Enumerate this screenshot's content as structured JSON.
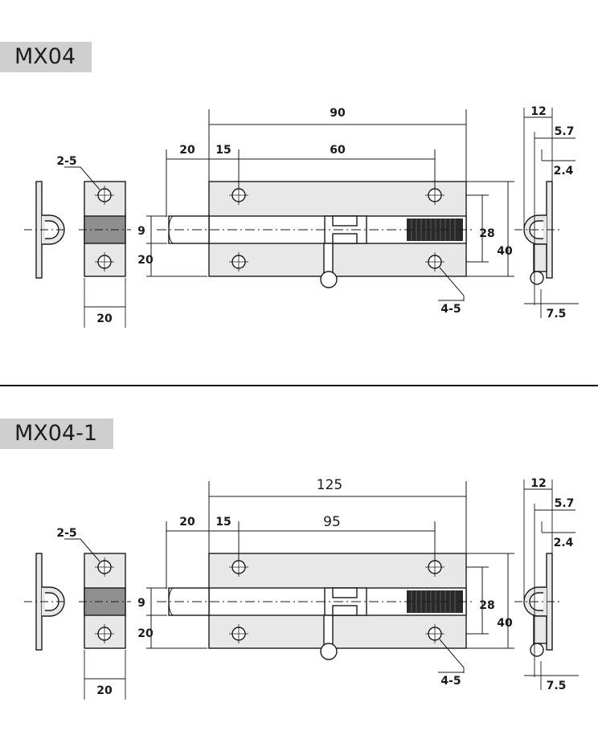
{
  "sections": [
    {
      "label": "MX04",
      "dims": {
        "overall_length": "90",
        "bolt_extension": "20",
        "hole_offset": "15",
        "hole_spacing": "60",
        "pin_diameter": "9",
        "pin_height": "20",
        "hole_pitch": "28",
        "height": "40",
        "keeper_holes": "2-5",
        "keeper_width": "20",
        "mount_holes": "4-5",
        "side_depth": "12",
        "side_a": "5.7",
        "side_b": "2.4",
        "side_c": "7.5"
      }
    },
    {
      "label": "MX04-1",
      "dims": {
        "overall_length": "125",
        "bolt_extension": "20",
        "hole_offset": "15",
        "hole_spacing": "95",
        "pin_diameter": "9",
        "pin_height": "20",
        "hole_pitch": "28",
        "height": "40",
        "keeper_holes": "2-5",
        "keeper_width": "20",
        "mount_holes": "4-5",
        "side_depth": "12",
        "side_a": "5.7",
        "side_b": "2.4",
        "side_c": "7.5"
      }
    }
  ],
  "colors": {
    "plate": "#e8e8e8",
    "keeper_band": "#8f8f8f",
    "spring": "#2a2a2a",
    "line": "#1a1a1a",
    "label_bg": "#cfcfcf"
  }
}
